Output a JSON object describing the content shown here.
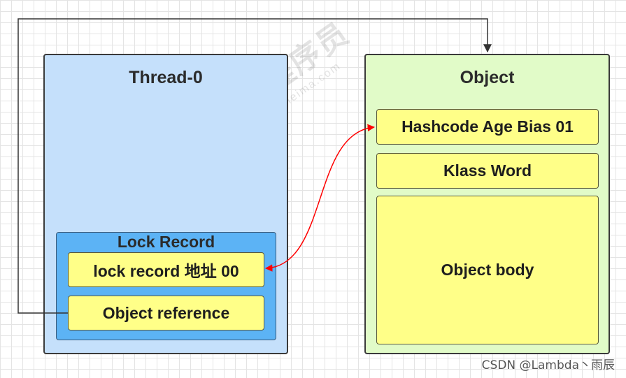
{
  "watermark": {
    "text": "黑马程序员",
    "url": "www.itheima.com"
  },
  "thread": {
    "title": "Thread-0",
    "lock_record": {
      "title": "Lock Record",
      "address_field": "lock  record 地址 00",
      "reference_field": "Object reference"
    }
  },
  "object": {
    "title": "Object",
    "mark_word": "Hashcode Age Bias 01",
    "klass_word": "Klass Word",
    "body": "Object body"
  },
  "credit": "CSDN @Lambda丶雨辰",
  "colors": {
    "thread_bg": "#c5e0fb",
    "lock_record_bg": "#5cb3f5",
    "object_bg": "#e1fbc8",
    "field_bg": "#ffff88",
    "swap_arrow": "#ff0000",
    "reference_line": "#333333"
  }
}
